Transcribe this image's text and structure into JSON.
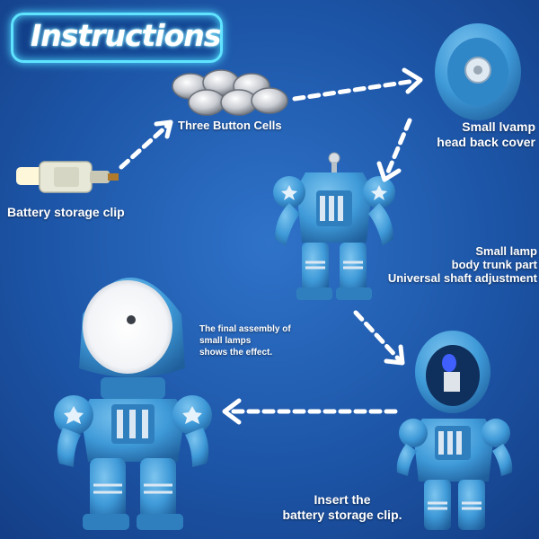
{
  "title": "Instructions",
  "labels": {
    "button_cells": "Three Button Cells",
    "battery_clip": "Battery storage clip",
    "head_cover_line1": "Small lvamp",
    "head_cover_line2": "head back cover",
    "body_line1": "Small lamp",
    "body_line2": "body trunk part",
    "body_line3": "Universal shaft adjustment",
    "final_line1": "The final assembly of",
    "final_line2": "small lamps",
    "final_line3": "shows the effect.",
    "insert_line1": "Insert the",
    "insert_line2": "battery storage clip."
  },
  "colors": {
    "background": "#1d56a8",
    "title_glow": "#5fe3ff",
    "robot_blue": "#3f9ad8",
    "arrow": "#ffffff"
  }
}
